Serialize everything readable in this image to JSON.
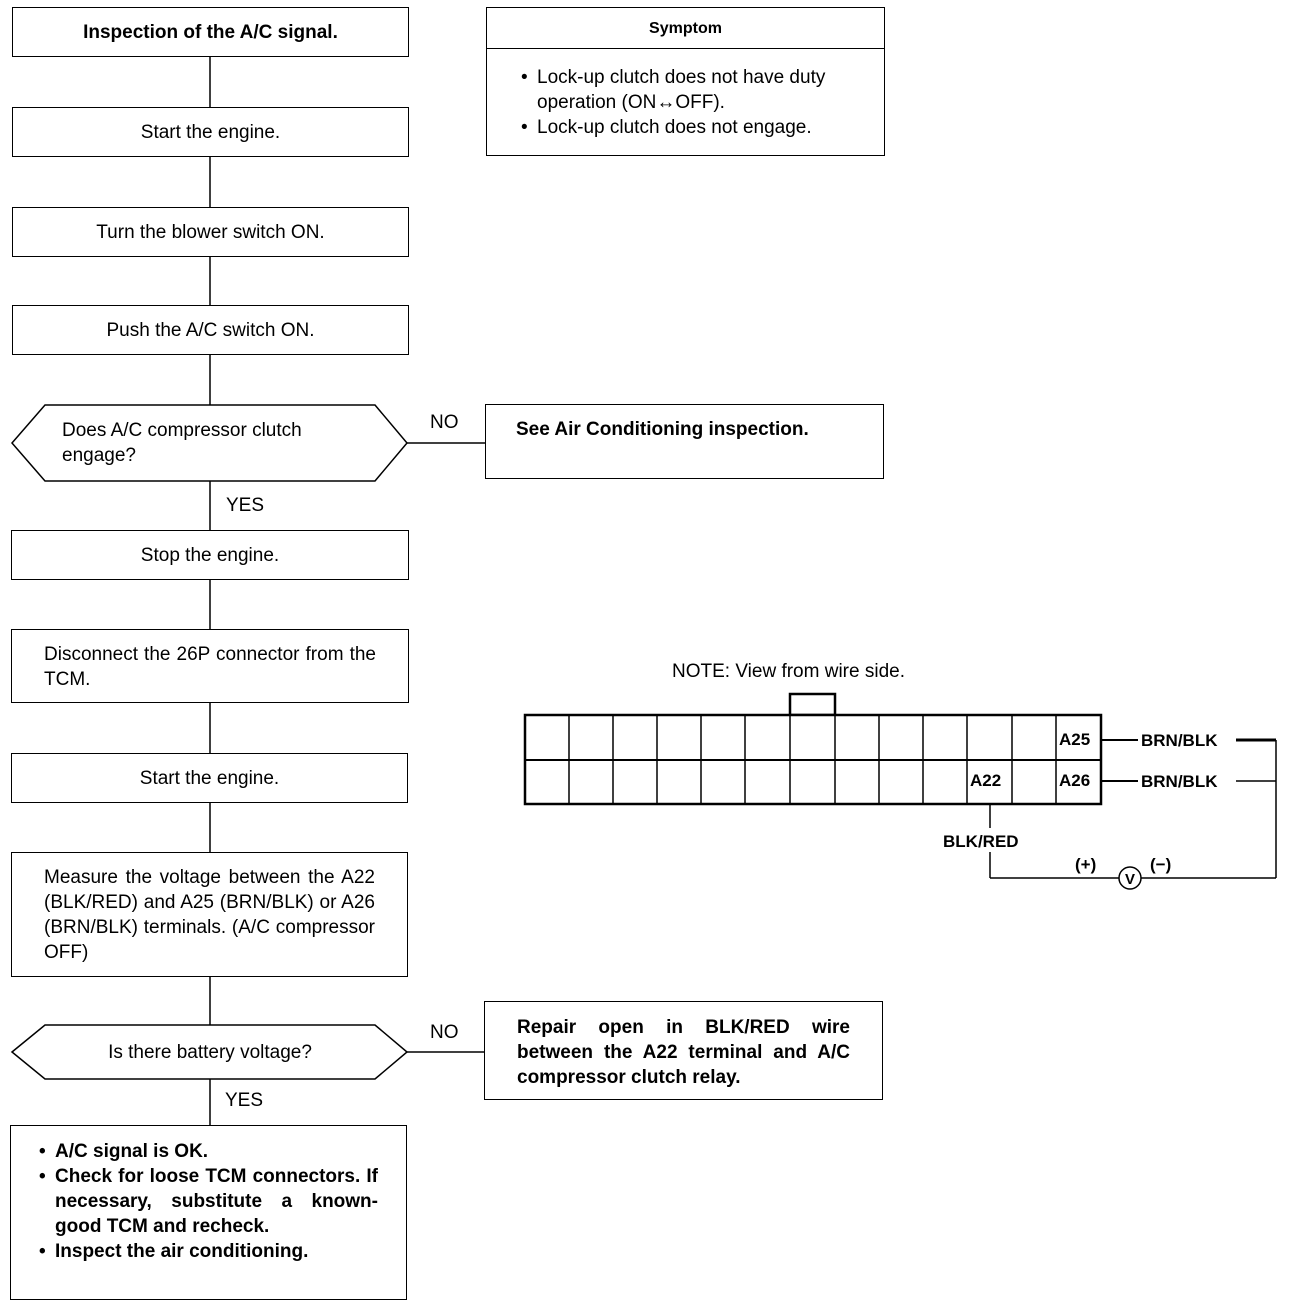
{
  "flow": {
    "step1": "Inspection of the A/C signal.",
    "step2": "Start the engine.",
    "step3": "Turn the blower switch ON.",
    "step4": "Push the A/C switch ON.",
    "decision1": "Does A/C compressor clutch engage?",
    "no1_label": "NO",
    "no1_result": "See Air Conditioning inspection.",
    "yes1_label": "YES",
    "step5": "Stop the engine.",
    "step6": "Disconnect the 26P connector from the TCM.",
    "step7": "Start the engine.",
    "step8": "Measure the voltage between the A22 (BLK/RED) and A25 (BRN/BLK) or A26 (BRN/BLK) terminals. (A/C compressor OFF)",
    "decision2": "Is there battery voltage?",
    "no2_label": "NO",
    "no2_result": "Repair open in BLK/RED wire between the A22 terminal and A/C compressor clutch relay.",
    "yes2_label": "YES",
    "final_items": [
      "A/C signal is OK.",
      "Check for loose TCM connectors. If necessary, substitute a known-good TCM and recheck.",
      "Inspect the air conditioning."
    ]
  },
  "symptom": {
    "title": "Symptom",
    "items": [
      "Lock-up clutch does not have duty operation (ON↔OFF).",
      "Lock-up clutch does not engage."
    ]
  },
  "connector": {
    "note": "NOTE: View from wire side.",
    "terminal_a25": "A25",
    "terminal_a26": "A26",
    "terminal_a22": "A22",
    "wire_a25": "BRN/BLK",
    "wire_a26": "BRN/BLK",
    "wire_a22": "BLK/RED",
    "meter_plus": "(+)",
    "meter_minus": "(−)",
    "meter_symbol": "V"
  }
}
